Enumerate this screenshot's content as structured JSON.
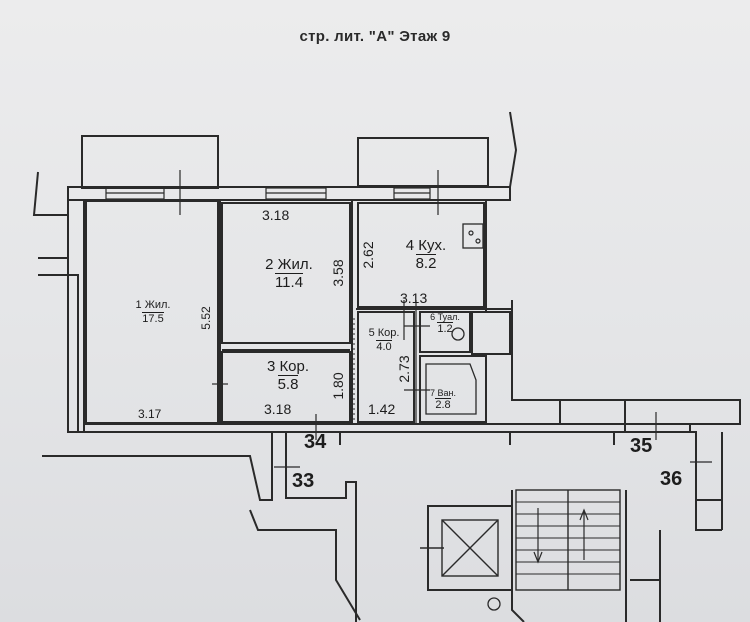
{
  "header": {
    "title": "стр. лит. \"А\" Этаж 9"
  },
  "rooms": [
    {
      "name": "1 Жил.",
      "area": "17.5"
    },
    {
      "name": "2 Жил.",
      "area": "11.4"
    },
    {
      "name": "3 Кор.",
      "area": "5.8"
    },
    {
      "name": "4 Кух.",
      "area": "8.2"
    },
    {
      "name": "5 Кор.",
      "area": "4.0"
    },
    {
      "name": "6 Туал.",
      "area": "1.2"
    },
    {
      "name": "7 Ван.",
      "area": "2.8"
    }
  ],
  "dimensions": {
    "room1_height": "5.52",
    "room1_width": "3.17",
    "room2_width": "3.18",
    "room2_height": "3.58",
    "room3_width": "3.18",
    "room3_height": "1.80",
    "room4_height": "2.62",
    "room4_width": "3.13",
    "room5_height": "2.73",
    "room5_width": "1.42"
  },
  "apartments": [
    "33",
    "34",
    "35",
    "36"
  ],
  "colors": {
    "ink": "#1d1d1d",
    "paper": "#e8e8ea"
  }
}
